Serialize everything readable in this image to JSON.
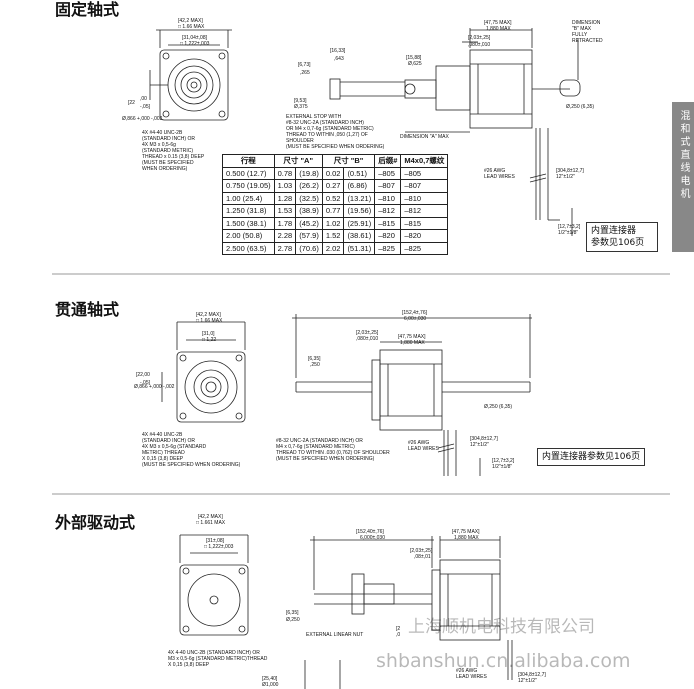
{
  "sections": {
    "fixed_shaft": "固定轴式",
    "through_shaft": "贯通轴式",
    "external_drive": "外部驱动式"
  },
  "side_tab": "混和式直线电机",
  "callouts": {
    "connector_1": "内置连接器\n参数见106页",
    "connector_2": "内置连接器参数见106页"
  },
  "watermark": {
    "company": "上海顺机电科技有限公司",
    "url": "shbanshun.cn.alibaba.com"
  },
  "table": {
    "headers": [
      "行程",
      "尺寸 \"A\"",
      "尺寸 \"B\"",
      "后缀#",
      "M4x0,7螺纹"
    ],
    "rows": [
      [
        "0.500 (12.7)",
        "0.78",
        "(19.8)",
        "0.02",
        "(0.51)",
        "–805",
        "–805"
      ],
      [
        "0.750 (19.05)",
        "1.03",
        "(26.2)",
        "0.27",
        "(6.86)",
        "–807",
        "–807"
      ],
      [
        "1.00  (25.4)",
        "1.28",
        "(32.5)",
        "0.52",
        "(13.21)",
        "–810",
        "–810"
      ],
      [
        "1.250 (31.8)",
        "1.53",
        "(38.9)",
        "0.77",
        "(19.56)",
        "–812",
        "–812"
      ],
      [
        "1.500 (38.1)",
        "1.78",
        "(45.2)",
        "1.02",
        "(25.91)",
        "–815",
        "–815"
      ],
      [
        "2.00  (50.8)",
        "2.28",
        "(57.9)",
        "1.52",
        "(38.61)",
        "–820",
        "–820"
      ],
      [
        "2.500 (63.5)",
        "2.78",
        "(70.6)",
        "2.02",
        "(51.31)",
        "–825",
        "–825"
      ]
    ]
  },
  "labels": {
    "s1_w_max": "[42,2 MAX]",
    "s1_w_max_in": "□ 1.66 MAX",
    "s1_bolt": "[31,04±,08]",
    "s1_bolt_in": "□ 1,222±,003",
    "s1_pilot": "[22",
    "s1_pilot_b": ",00",
    "s1_pilot_c": "-,05]",
    "s1_pilot_dia": "Ø,866 +,000 -,002",
    "s1_thread": "4X #4-40 UNC-2B\n(STANDARD INCH) OR\n4X M3 x 0,5-6g\n(STANDARD METRIC)\nTHREAD x 0.15 (3,8) DEEP\n(MUST BE SPECIFIED\nWHEN ORDERING)",
    "s1_d1": "[16,33]",
    "s1_d1b": ",643",
    "s1_d2": "[6,73]",
    "s1_d2b": ",265",
    "s1_d3": "[9,53]",
    "s1_d3b": "Ø,375",
    "s1_d4": "[15,88]",
    "s1_d4b": "Ø,625",
    "s1_d5": "[47,75 MAX]",
    "s1_d5b": "1,880 MAX",
    "s1_d6": "[2,03±,25]",
    "s1_d6b": ",080±,010",
    "s1_dimb": "DIMENSION\n\"B\" MAX\nFULLY\nRETRACTED",
    "s1_dima": "DIMENSION \"A\" MAX",
    "s1_stop": "EXTERNAL STOP WITH\n#8-32 UNC-2A (STANDARD INCH)\nOR M4 x 0,7-6g (STANDARD METRIC)\nTHREAD TO WITHIN ,050 (1,27) OF\nSHOULDER\n(MUST BE SPECIFIED WHEN ORDERING)",
    "s1_dia": "Ø,250 (6,35)",
    "s1_awg": "#26 AWG\nLEAD WIRES",
    "s1_lead": "[304,8±12,7]\n12\"±1/2\"",
    "s1_lead2": "[12,7±3,2]\n1/2\"±1/8\"",
    "s2_w_max": "[42,2 MAX]",
    "s2_w_max_in": "□ 1.66 MAX",
    "s2_bolt": "[31,0]",
    "s2_bolt_in": "□ 1,22",
    "s2_pilot": "[22,00",
    "s2_pilot_c": "-,05]",
    "s2_pilot_dia": "Ø,866 +,000 -,002",
    "s2_thread": "4X #4-40 UNC-2B\n(STANDARD INCH) OR\n4X M3 x 0,5-6g (STANDARD\nMETRIC) THREAD\nX 0,15 (3,8) DEEP\n(MUST BE SPECIFIED WHEN ORDERING)",
    "s2_total": "[152,4±,76]",
    "s2_total_b": "6,00±,030",
    "s2_d6": "[2,03±,25]",
    "s2_d6b": ",080±,010",
    "s2_d5": "[47,75 MAX]",
    "s2_d5b": "1,880 MAX",
    "s2_d7": "[6,35]",
    "s2_d7b": ",250",
    "s2_dia": "Ø,250 (6,35)",
    "s2_stop": "#8-32 UNC-2A (STANDARD INCH) OR\nM4 x 0,7-6g (STANDARD METRIC)\nTHREAD TO WITHIN .030 (0,762) OF SHOULDER\n(MUST BE SPECIFIED WHEN ORDERING)",
    "s2_awg": "#26 AWG\nLEAD WIRES",
    "s2_lead": "[304,8±12,7]\n12\"±1/2\"",
    "s2_lead2": "[12,7±3,2]\n1/2\"±1/8\"",
    "s3_w_max": "[42,2 MAX]",
    "s3_w_max_in": "□ 1.661 MAX",
    "s3_bolt": "[31±,08]",
    "s3_bolt_in": "□ 1,222±,003",
    "s3_thread": "4X 4-40 UNC-2B (STANDARD INCH) OR\nM3 x 0,5-6g (STANDARD METRIC)THREAD\nX 0,15 (3,8) DEEP",
    "s3_total": "[152,40±,76]",
    "s3_total_b": "6,000±,030",
    "s3_d6": "[2,03±,25]",
    "s3_d6b": ",08±,01",
    "s3_d5": "[47,75 MAX]",
    "s3_d5b": "1,880 MAX",
    "s3_d7": "[6,35]",
    "s3_d7b": "Ø,250",
    "s3_nut": "EXTERNAL LINEAR NUT",
    "s3_awg": "#26 AWG\nLEAD WIRES",
    "s3_lead": "[304,8±12,7]\n12\"±1/2\"",
    "s3_pilot": "[25,40]\nØ1,000",
    "s3_p2": "[2\n,0"
  }
}
